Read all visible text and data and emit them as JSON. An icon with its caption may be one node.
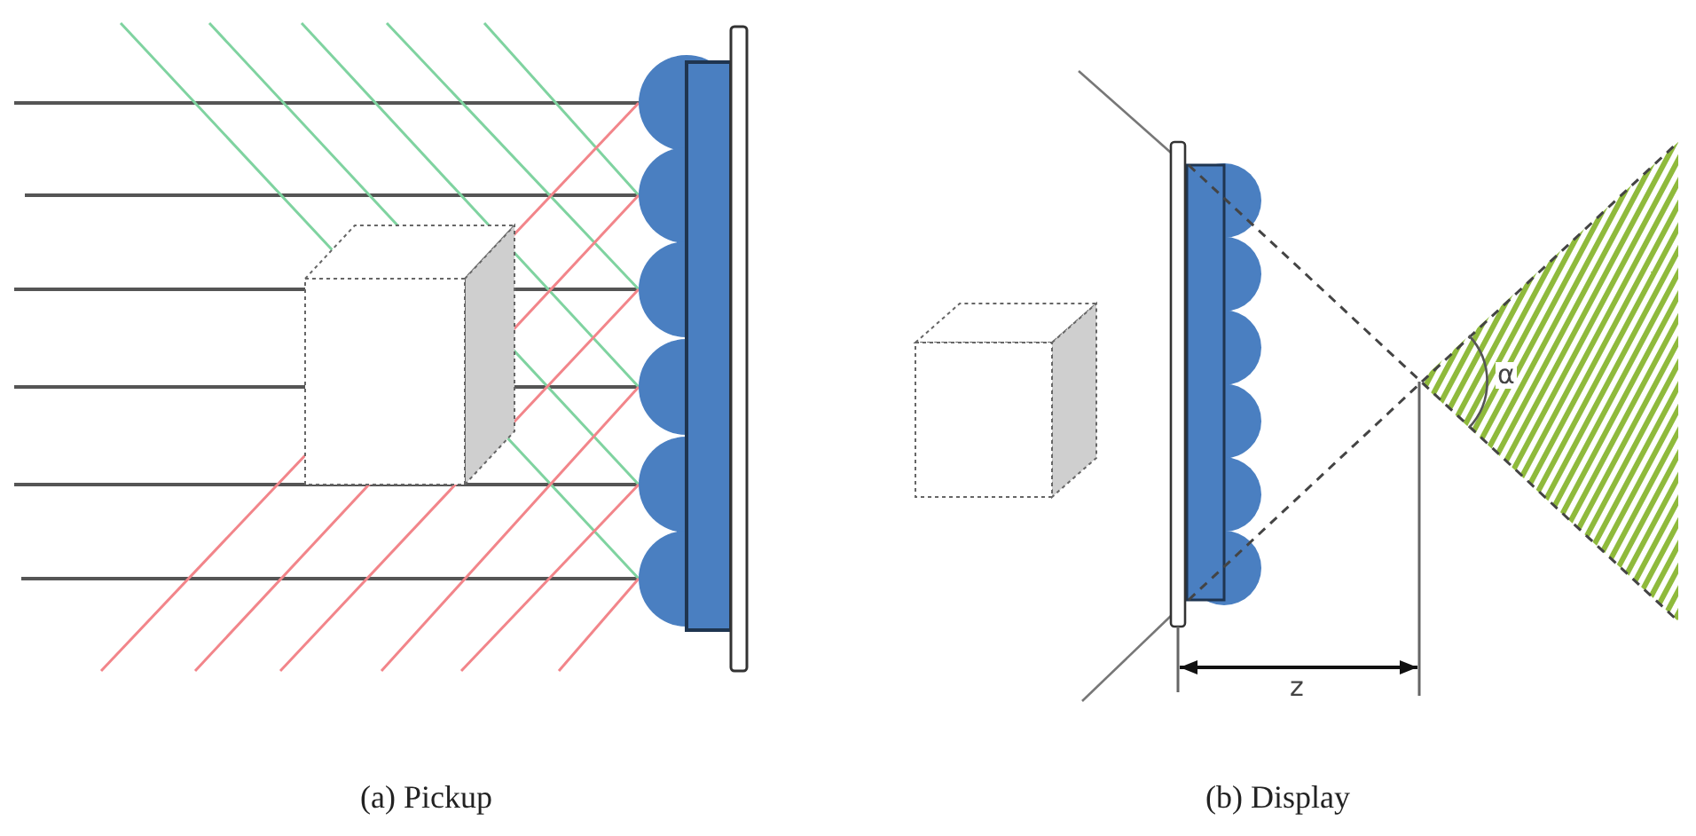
{
  "diagram": {
    "labels": [
      "α",
      "z",
      "(a) Pickup",
      "(b) Display"
    ]
  }
}
